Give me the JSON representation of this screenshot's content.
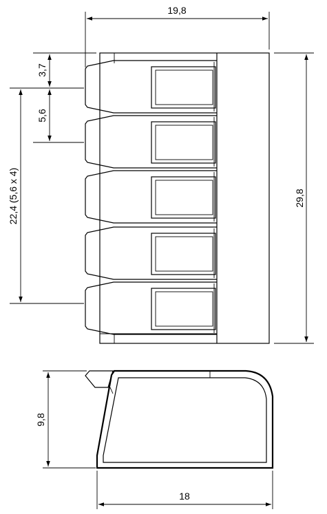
{
  "dimensions": {
    "top_width": "19,8",
    "top_first_pitch": "3,7",
    "top_pitch": "5,6",
    "top_pitch_total": "22,4 (5,6 x 4)",
    "top_height": "29,8",
    "side_height": "9,8",
    "side_width": "18"
  }
}
